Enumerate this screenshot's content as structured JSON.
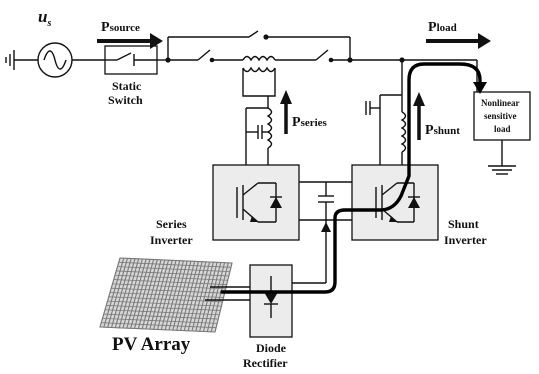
{
  "labels": {
    "source_symbol": "u",
    "source_subscript": "s",
    "p_source_main": "P",
    "p_source_sub": "source",
    "static_switch_line1": "Static",
    "static_switch_line2": "Switch",
    "p_load_main": "P",
    "p_load_sub": "load",
    "p_series_main": "P",
    "p_series_sub": "series",
    "p_shunt_main": "P",
    "p_shunt_sub": "shunt",
    "load_line1": "Nonlinear",
    "load_line2": "sensitive",
    "load_line3": "load",
    "series_inverter_line1": "Series",
    "series_inverter_line2": "Inverter",
    "shunt_inverter_line1": "Shunt",
    "shunt_inverter_line2": "Inverter",
    "pv_array": "PV Array",
    "diode_rectifier_line1": "Diode",
    "diode_rectifier_line2": "Rectifier"
  },
  "colors": {
    "line": "#111111",
    "box_fill": "#ececec",
    "pv_cells": "#7a7a7a"
  }
}
